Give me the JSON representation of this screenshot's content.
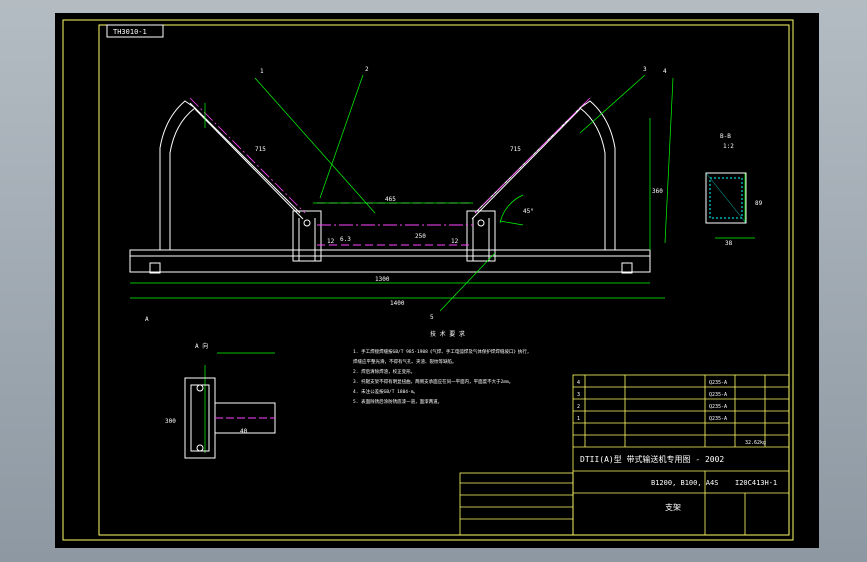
{
  "colors": {
    "frame": "#ffff66",
    "outline": "#ffffff",
    "dim": "#00ff00",
    "center": "#ff44ff",
    "dashed": "#ff44ff",
    "hatch": "#00ffff",
    "viewport_bg": "#000000"
  },
  "drawing": {
    "tag": "TH3010-1",
    "labels": {
      "balloon_1": "1",
      "balloon_2": "2",
      "balloon_3": "3",
      "balloon_4": "4",
      "balloon_5": "5",
      "view_a": "A",
      "view_a_title": "A 向",
      "section_title": "B-B",
      "section_scale": "1:2",
      "dim_inner_width": "465",
      "dim_overall_length": "1300",
      "dim_base_length": "1400",
      "dim_height": "360",
      "dim_angle": "45°",
      "dim_left_side": "715",
      "dim_right_side": "715",
      "dim_left_offset": "12",
      "dim_right_offset": "12",
      "dim_center_span": "250",
      "dim_small": "6.3",
      "dim_bb_width": "89",
      "dim_bb_depth": "38",
      "dim_a_height": "300",
      "dim_a_width": "40"
    },
    "notes": {
      "title": "技 术 要 求",
      "lines": [
        "1. 手工焊接焊缝按GB/T 985-1988《气焊、手工电弧焊及气体保护焊焊缝坡口》执行，",
        "   焊缝应平整光滑，不得有气孔、夹渣、裂纹等缺陷。",
        "2. 焊后清除焊渣，校正变形。",
        "3. 托辊支架不得有明显扭曲，两侧支承面应在同一平面内，平面度不大于2mm。",
        "4. 未注公差按GB/T 1804-m。",
        "5. 表面除锈后涂防锈底漆一道，面漆两道。"
      ]
    },
    "title_block": {
      "header": "DTII(A)型  带式输送机专用图 - 2002",
      "subtitle": "B1200, B100, A4S",
      "code": "I20C413H-1",
      "name": "支架",
      "weight": "32.62kg",
      "rows": [
        [
          "4",
          "",
          "",
          "Q235-A",
          "",
          ""
        ],
        [
          "3",
          "",
          "",
          "Q235-A",
          "",
          ""
        ],
        [
          "2",
          "",
          "",
          "Q235-A",
          "",
          ""
        ],
        [
          "1",
          "",
          "",
          "Q235-A",
          "",
          ""
        ]
      ]
    }
  }
}
